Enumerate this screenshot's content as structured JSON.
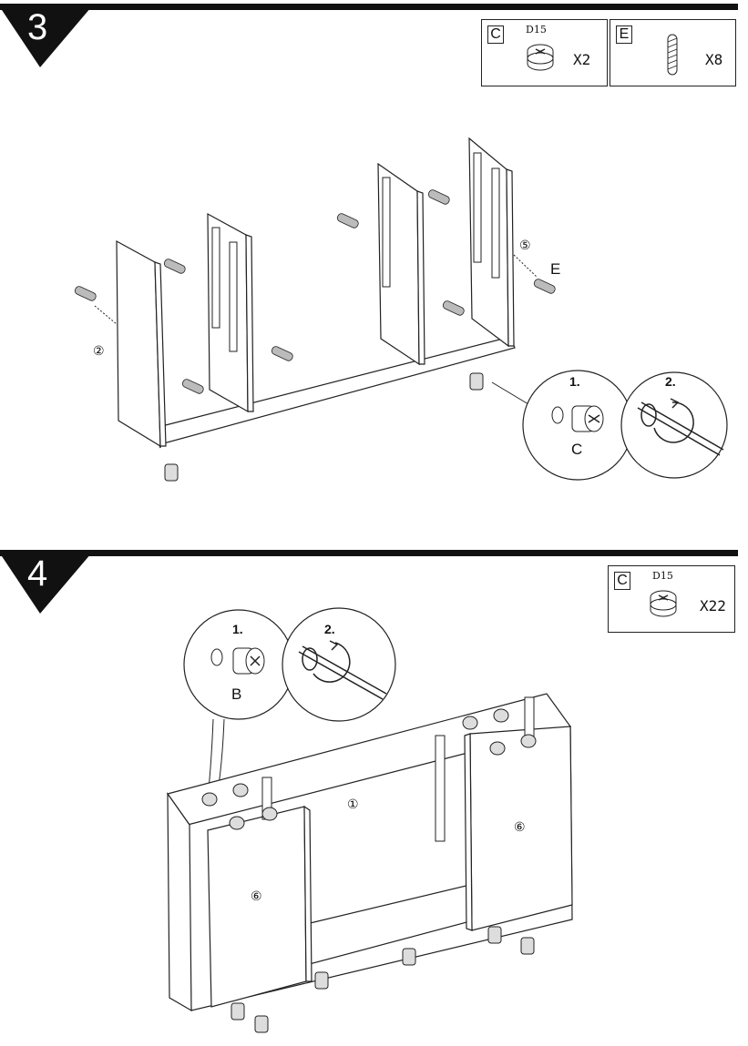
{
  "steps": [
    {
      "number": "3",
      "parts": [
        {
          "letter": "C",
          "code": "D15",
          "qty": "X2",
          "icon": "cam-lock-icon"
        },
        {
          "letter": "E",
          "code": "",
          "qty": "X8",
          "icon": "dowel-icon"
        }
      ],
      "labels": {
        "panel_left": "②",
        "panel_right": "⑤",
        "dowel": "E",
        "detail_1": "1.",
        "detail_2": "2.",
        "cam": "C"
      }
    },
    {
      "number": "4",
      "parts": [
        {
          "letter": "C",
          "code": "D15",
          "qty": "X22",
          "icon": "cam-lock-icon"
        }
      ],
      "labels": {
        "back_panel": "①",
        "side_left": "⑥",
        "side_right": "⑥",
        "detail_1": "1.",
        "detail_2": "2.",
        "cam": "B"
      }
    }
  ]
}
